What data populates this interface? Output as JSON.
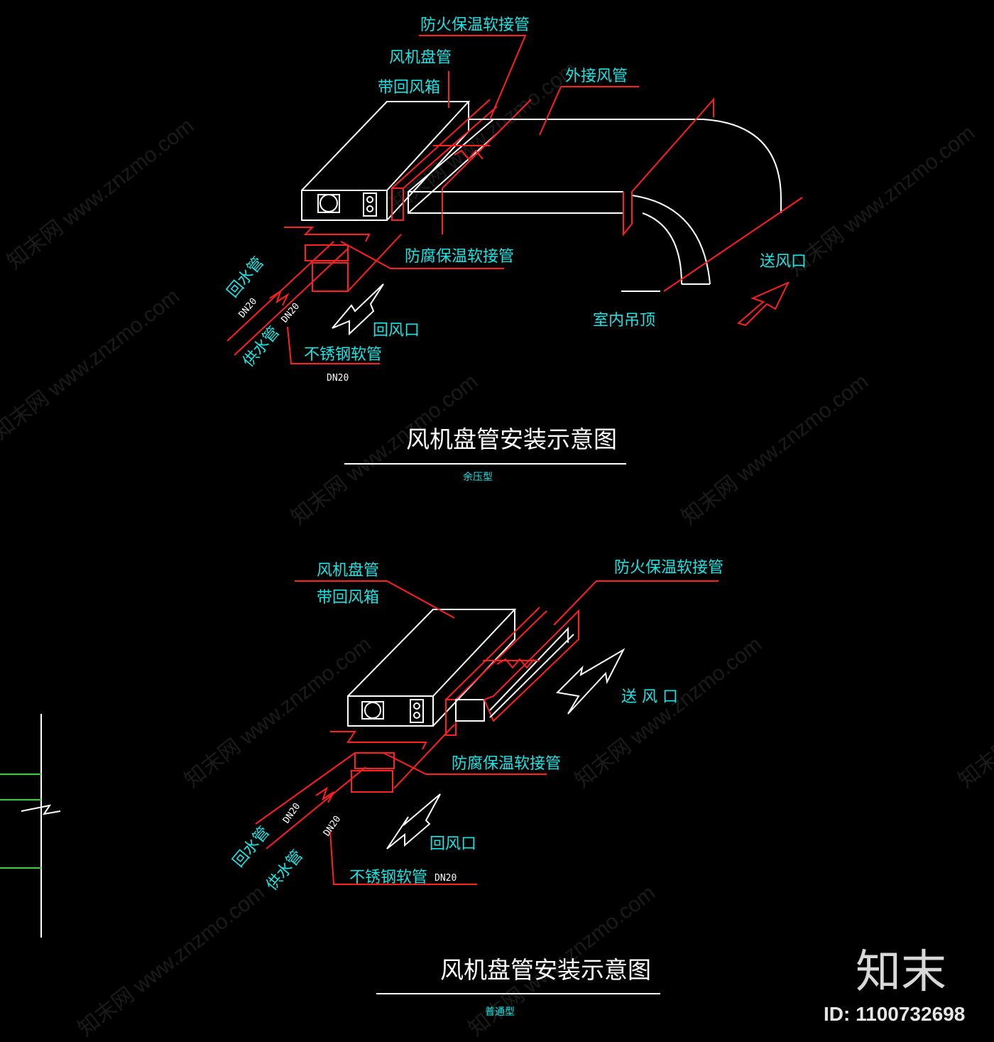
{
  "diagram_top": {
    "title": "风机盘管安装示意图",
    "subtitle": "余压型",
    "labels": {
      "fire_flex": "防火保温软接管",
      "fcu_line1": "风机盘管",
      "fcu_line2": "带回风箱",
      "ext_duct": "外接风管",
      "anticorr_flex": "防腐保温软接管",
      "supply_outlet": "送风口",
      "return_pipe": "回水管",
      "supply_pipe": "供水管",
      "dn_a": "DN20",
      "dn_b": "DN20",
      "ss_hose": "不锈钢软管",
      "dn_c": "DN20",
      "return_inlet": "回风口",
      "ceiling": "室内吊顶"
    }
  },
  "diagram_bottom": {
    "title": "风机盘管安装示意图",
    "subtitle": "普通型",
    "labels": {
      "fcu_line1": "风机盘管",
      "fcu_line2": "带回风箱",
      "fire_flex": "防火保温软接管",
      "supply_outlet": "送 风 口",
      "anticorr_flex": "防腐保温软接管",
      "dn_a": "DN20",
      "dn_b": "DN20",
      "return_pipe": "回水管",
      "supply_pipe": "供水管",
      "return_inlet": "回风口",
      "ss_hose": "不锈钢软管",
      "dn_c": "DN20"
    }
  },
  "watermark": "知末网 www.znzmo.com",
  "brand": {
    "logo_text": "知末",
    "id_text": "ID: 1100732698"
  },
  "colors": {
    "background": "#000000",
    "label": "#18e6e6",
    "outline": "#ffffff",
    "leader": "#ff2020",
    "side_line": "#22dd22"
  }
}
